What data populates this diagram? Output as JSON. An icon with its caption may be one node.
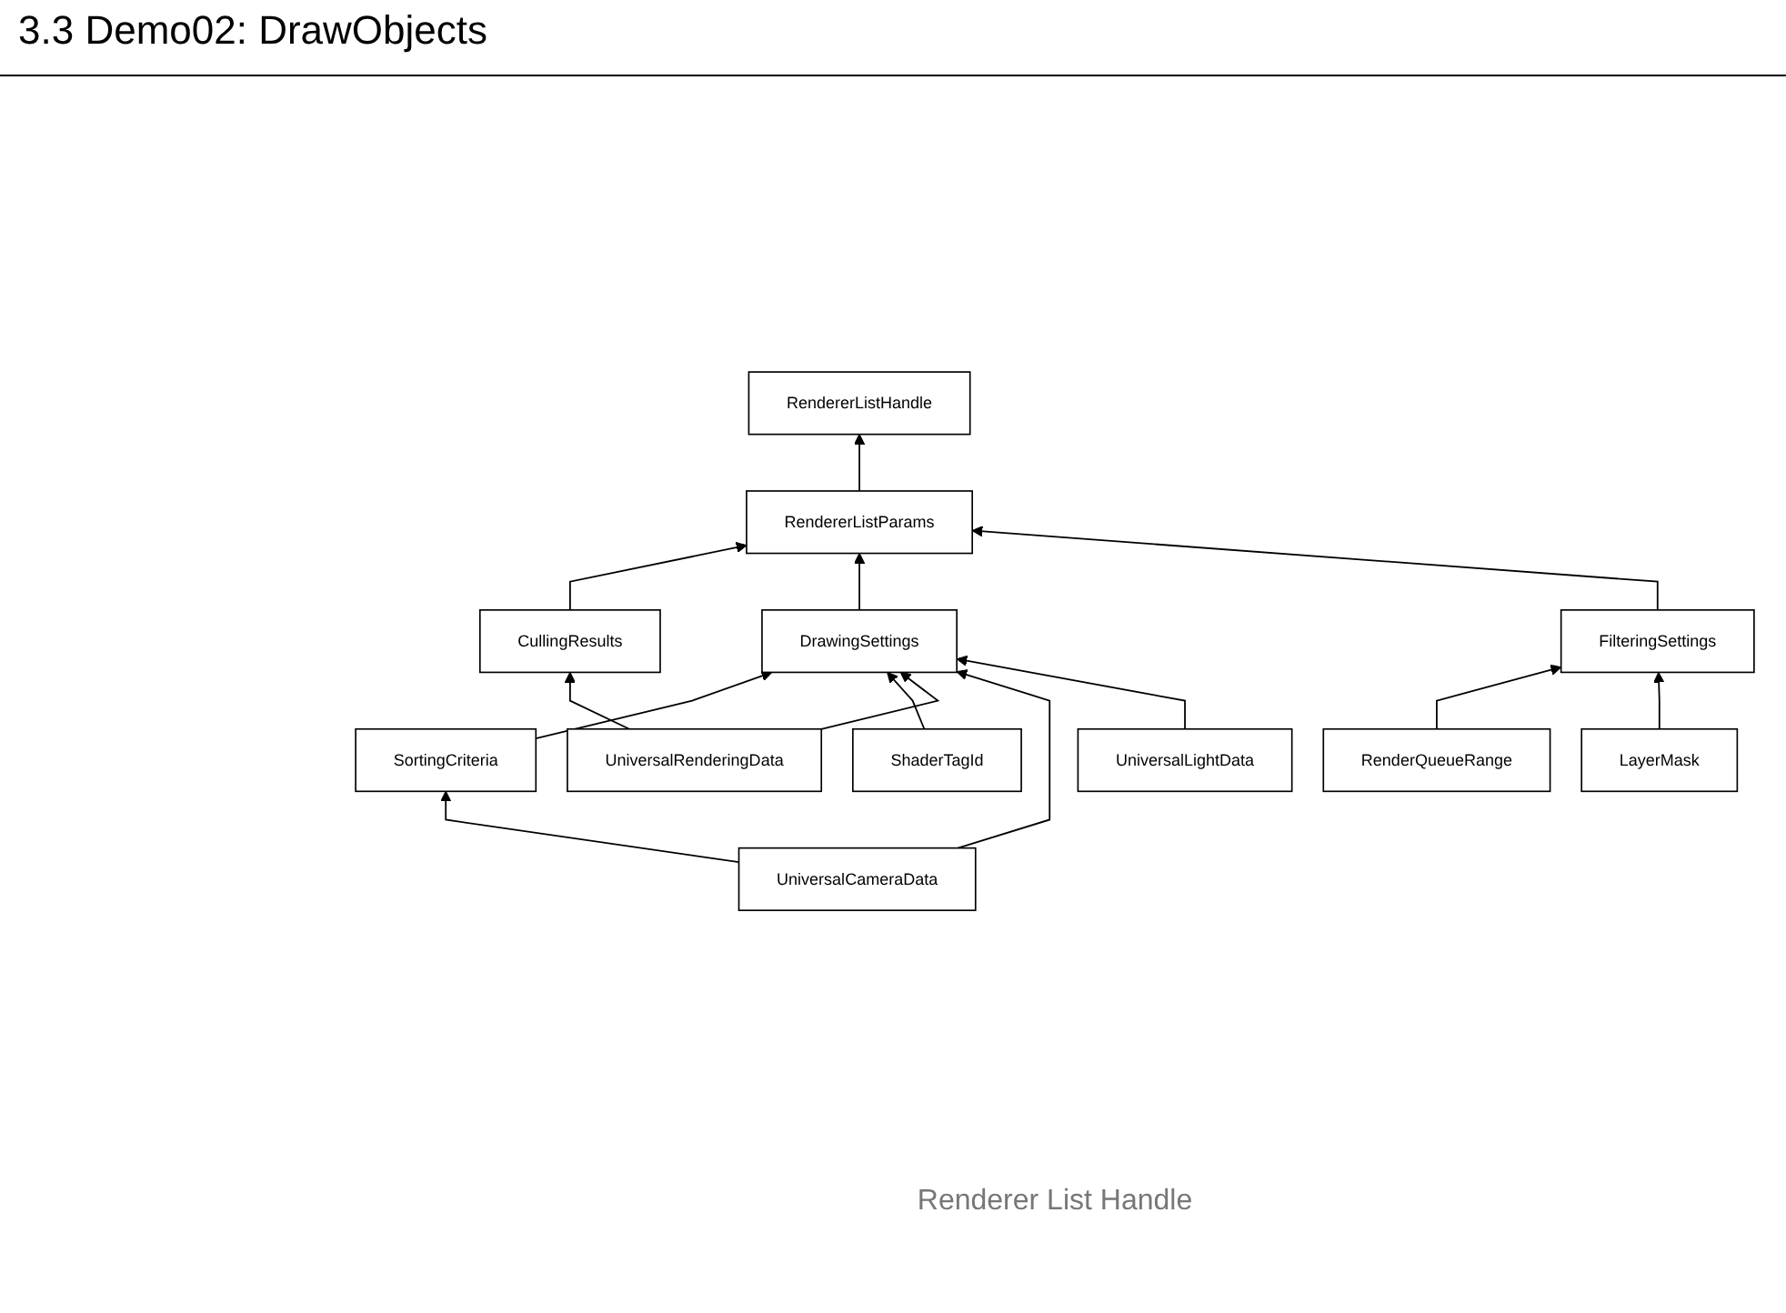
{
  "diagram": {
    "title": "3.3 Demo02: DrawObjects",
    "caption": "Renderer List Handle",
    "nodes": [
      {
        "text": [
          "RendererListHandle"
        ]
      },
      {
        "text": [
          "RendererListParams"
        ]
      },
      {
        "text": [
          "CullingResults"
        ]
      },
      {
        "text": [
          "DrawingSettings"
        ]
      },
      {
        "text": [
          "FilteringSettings"
        ]
      },
      {
        "text": [
          "SortingCriteria"
        ]
      },
      {
        "text": [
          "ShaderTagId"
        ]
      },
      {
        "text": [
          "RenderQueueRange"
        ]
      },
      {
        "text": [
          "LayerMask"
        ]
      },
      {
        "text": [
          "UniversalRenderingData"
        ]
      },
      {
        "text": [
          "UniversalCameraData"
        ]
      },
      {
        "text": [
          "UniversalLightData"
        ]
      }
    ],
    "edges": [
      {
        "from": 1,
        "to": 0,
        "arrow": "to"
      },
      {
        "from": 2,
        "to": 1,
        "arrow": "to"
      },
      {
        "from": 3,
        "to": 1,
        "arrow": "to"
      },
      {
        "from": 4,
        "to": 1,
        "arrow": "to"
      },
      {
        "from": 5,
        "to": 3,
        "arrow": "to"
      },
      {
        "from": 6,
        "to": 3,
        "arrow": "to"
      },
      {
        "from": 7,
        "to": 4,
        "arrow": "to"
      },
      {
        "from": 8,
        "to": 4,
        "arrow": "to"
      },
      {
        "from": 9,
        "to": 2,
        "arrow": "to"
      },
      {
        "from": 10,
        "to": 5,
        "arrow": "to"
      },
      {
        "from": 9,
        "to": 3,
        "arrow": "to"
      },
      {
        "from": 10,
        "to": 3,
        "arrow": "to"
      },
      {
        "from": 11,
        "to": 3,
        "arrow": "to"
      }
    ]
  }
}
